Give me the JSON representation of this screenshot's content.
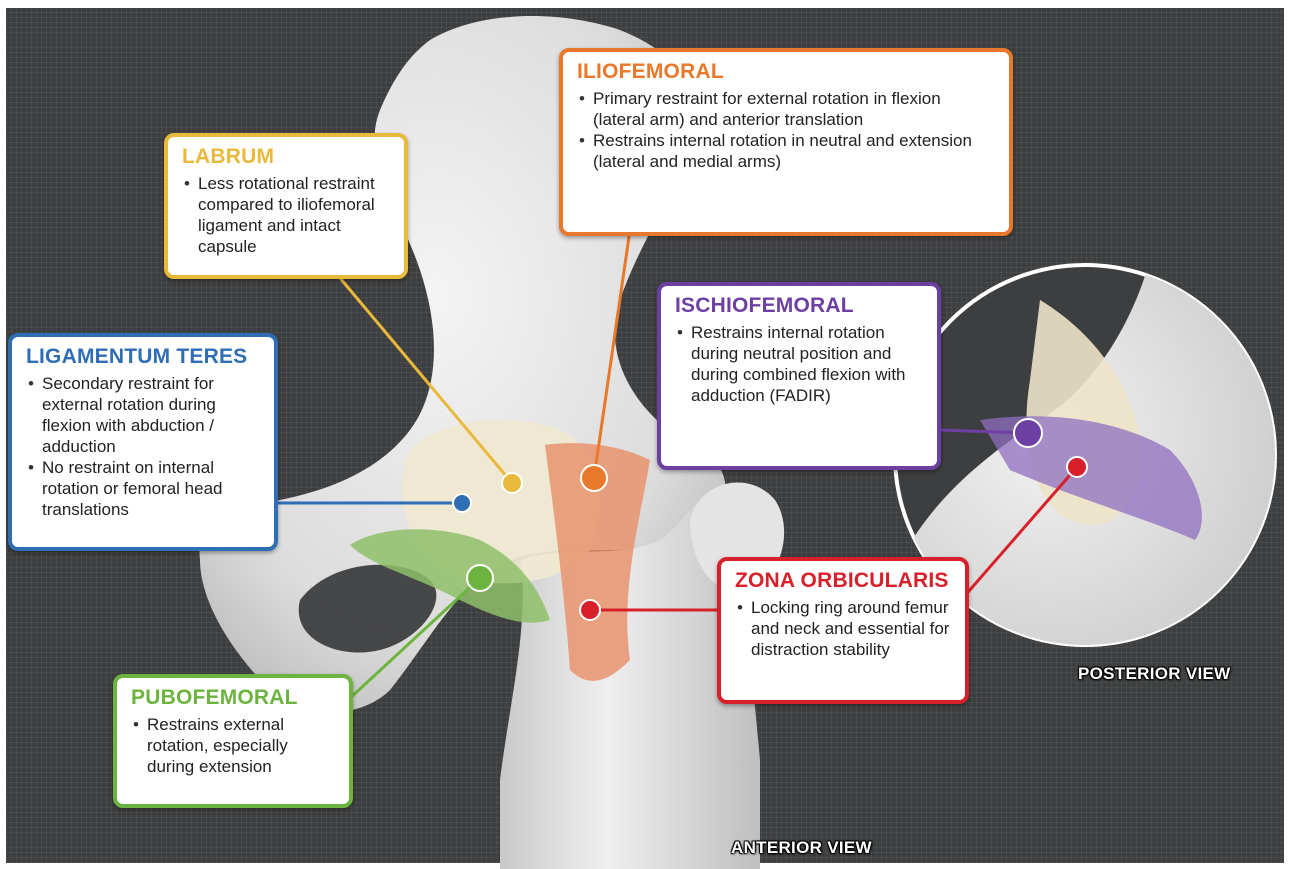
{
  "colors": {
    "iliofemoral": "#e8782a",
    "labrum": "#e9b93a",
    "ligamentum_teres": "#2f6db5",
    "ischiofemoral": "#6e3fa3",
    "zona_orbicularis": "#d8202a",
    "pubofemoral": "#6cb43f"
  },
  "callouts": {
    "iliofemoral": {
      "title": "ILIOFEMORAL",
      "bullets": [
        "Primary restraint for external rotation in flexion (lateral arm) and anterior translation",
        "Restrains internal rotation in neutral and extension (lateral and medial arms)"
      ]
    },
    "labrum": {
      "title": "LABRUM",
      "bullets": [
        "Less rotational restraint compared to iliofemoral ligament and intact capsule"
      ]
    },
    "ligamentum_teres": {
      "title": "LIGAMENTUM TERES",
      "bullets": [
        "Secondary restraint for external rotation during flexion with abduction / adduction",
        "No restraint on internal rotation or femoral head translations"
      ]
    },
    "ischiofemoral": {
      "title": "ISCHIOFEMORAL",
      "bullets": [
        "Restrains internal rotation during neutral position and during combined flexion with adduction (FADIR)"
      ]
    },
    "zona_orbicularis": {
      "title": "ZONA ORBICULARIS",
      "bullets": [
        "Locking ring around femur and neck and essential for distraction stability"
      ]
    },
    "pubofemoral": {
      "title": "PUBOFEMORAL",
      "bullets": [
        "Restrains external rotation, especially during extension"
      ]
    }
  },
  "labels": {
    "anterior_view": "ANTERIOR VIEW",
    "posterior_view": "POSTERIOR VIEW"
  }
}
